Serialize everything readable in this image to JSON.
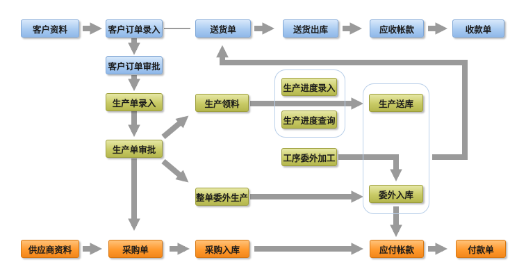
{
  "nodes": {
    "customer_info": "客户资料",
    "customer_order_entry": "客户订单录入",
    "delivery_note": "送货单",
    "delivery_out": "送货出库",
    "receivable": "应收帐款",
    "receipt": "收款单",
    "customer_order_review": "客户订单审批",
    "production_entry": "生产单录入",
    "production_review": "生产单审批",
    "production_material": "生产领料",
    "progress_entry": "生产进度录入",
    "progress_query": "生产进度查询",
    "production_delivery": "生产送库",
    "process_outsource": "工序委外加工",
    "whole_outsource": "整单委外生产",
    "outsource_inbound": "委外入库",
    "supplier_info": "供应商资料",
    "purchase_order": "采购单",
    "purchase_inbound": "采购入库",
    "payable": "应付帐款",
    "payment": "付款单"
  },
  "colors": {
    "customer_flow": "#9cc2ee",
    "production_flow": "#c4c65e",
    "purchase_flow": "#ff9a2e",
    "connector": "#9a9a9a",
    "group_outline": "#b9cfe9"
  }
}
